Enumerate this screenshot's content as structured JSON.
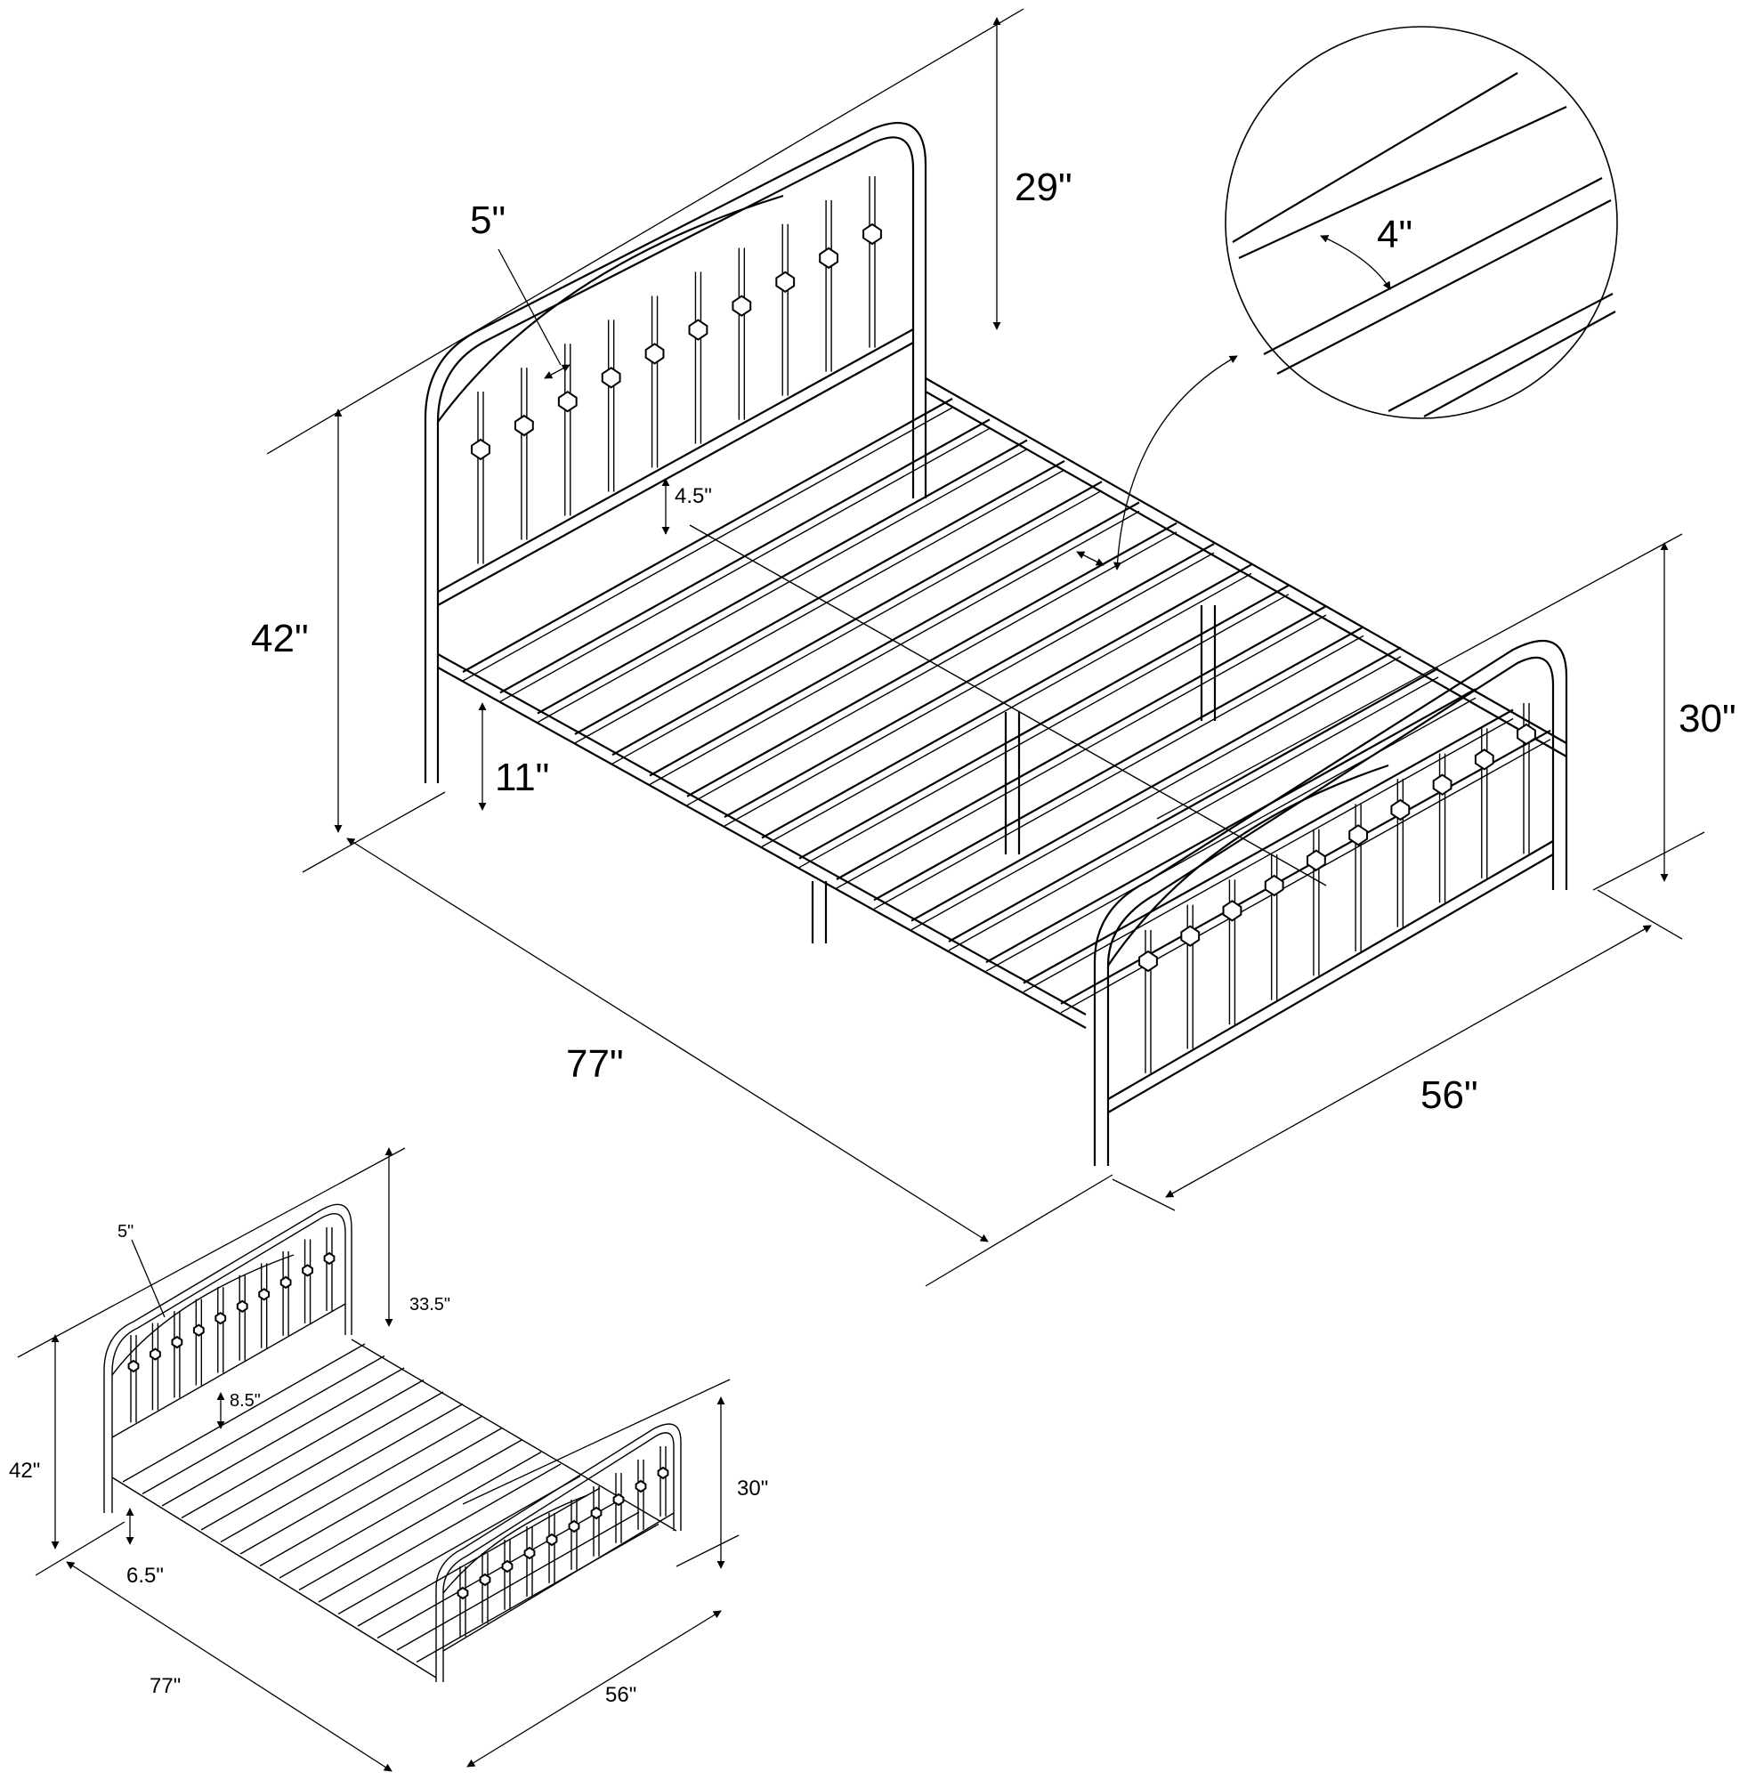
{
  "large_view": {
    "dims": {
      "spindle_gap": "5\"",
      "headboard_above_rail": "29\"",
      "slat_gap": "4\"",
      "headboard_height": "42\"",
      "rail_to_slats": "4.5\"",
      "clearance": "11\"",
      "footboard_height": "30\"",
      "length": "77\"",
      "width": "56\""
    }
  },
  "small_view": {
    "dims": {
      "spindle_gap": "5\"",
      "headboard_above_rail": "33.5\"",
      "rail_to_slats": "8.5\"",
      "headboard_height": "42\"",
      "footboard_height": "30\"",
      "clearance": "6.5\"",
      "length": "77\"",
      "width": "56\""
    }
  },
  "colors": {
    "line": "#000000",
    "background": "#ffffff"
  }
}
